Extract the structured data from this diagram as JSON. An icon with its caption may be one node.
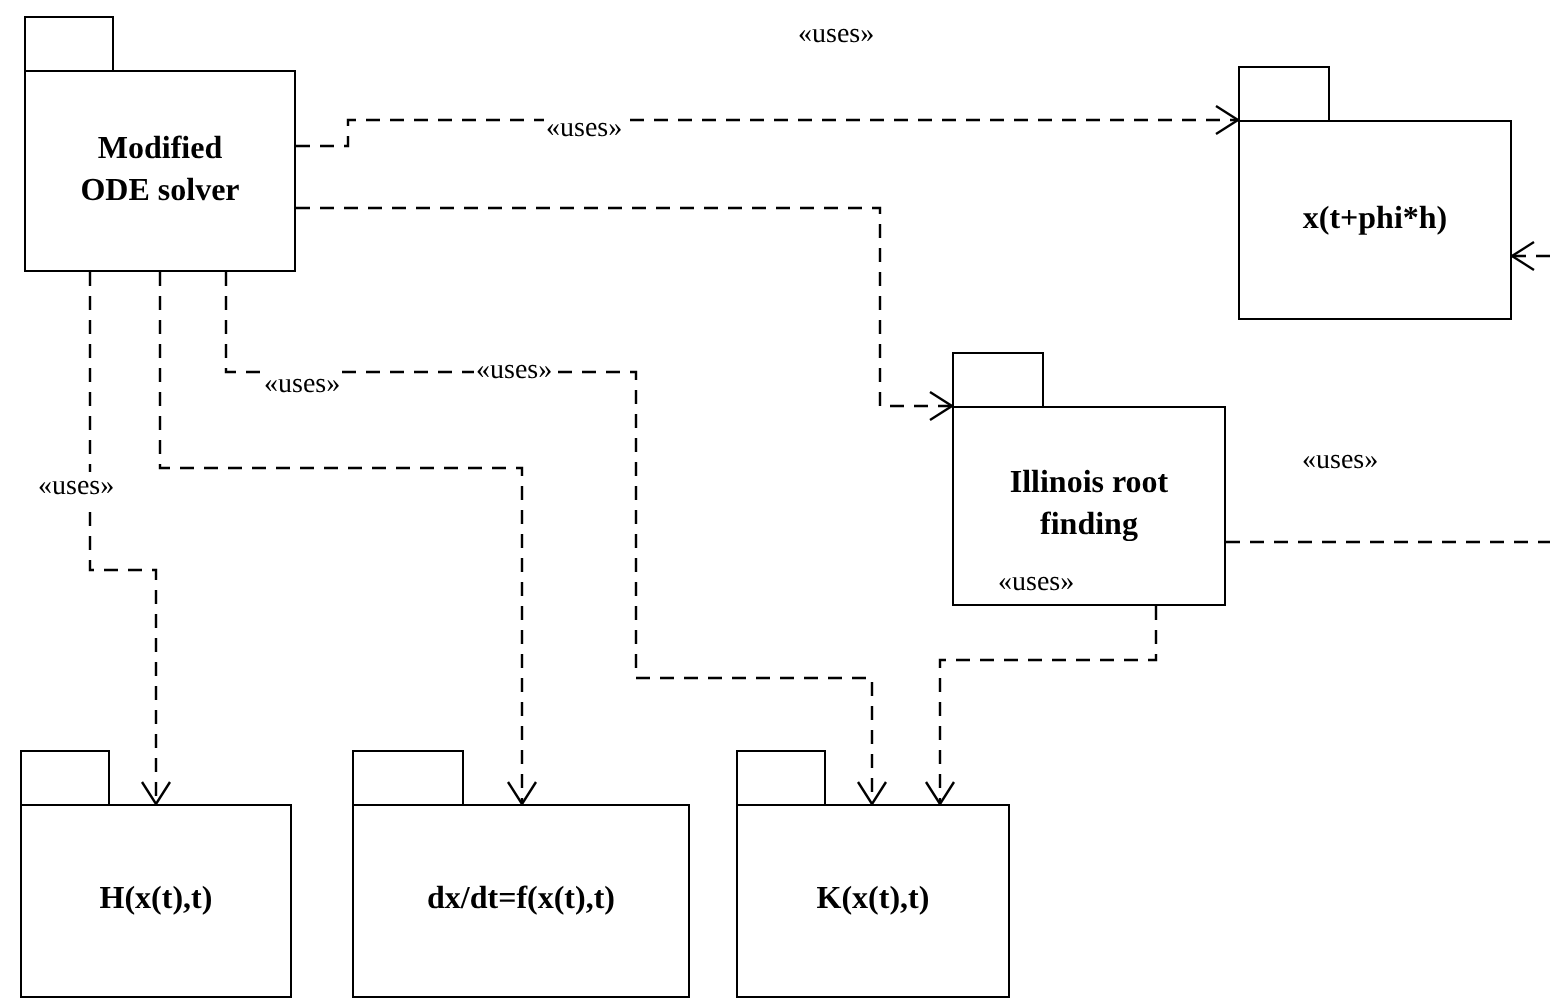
{
  "diagram": {
    "nodes": [
      {
        "text": [
          "Modified ODE solver"
        ]
      },
      {
        "text": [
          "x(t+phi*h)"
        ]
      },
      {
        "text": [
          "Illinois root finding"
        ]
      },
      {
        "text": [
          "H(x(t),t)"
        ]
      },
      {
        "text": [
          "dx/dt=f(x(t),t)"
        ]
      },
      {
        "text": [
          "K(x(t),t)"
        ]
      }
    ],
    "edges": [
      {
        "from": 0,
        "to": 1,
        "arrow": "to",
        "label": "«uses»",
        "style": "dashed"
      },
      {
        "from": 0,
        "to": 2,
        "arrow": "to",
        "style": "dashed"
      },
      {
        "from": 0,
        "to": 5,
        "arrow": "to",
        "label": "«uses»",
        "style": "dashed"
      },
      {
        "from": 0,
        "to": 4,
        "arrow": "to",
        "style": "dashed"
      },
      {
        "from": 0,
        "to": 3,
        "arrow": "to",
        "label": "«uses»",
        "style": "dashed"
      },
      {
        "from": 2,
        "to": 5,
        "arrow": "to",
        "label": "«uses»",
        "style": "dashed"
      },
      {
        "from": null,
        "to": 1,
        "arrow": "to",
        "style": "dashed"
      },
      {
        "from": 2,
        "to": null,
        "arrow": "none",
        "label": "«uses»",
        "style": "dashed"
      }
    ],
    "labels": [
      "«uses»",
      "«uses»"
    ]
  }
}
